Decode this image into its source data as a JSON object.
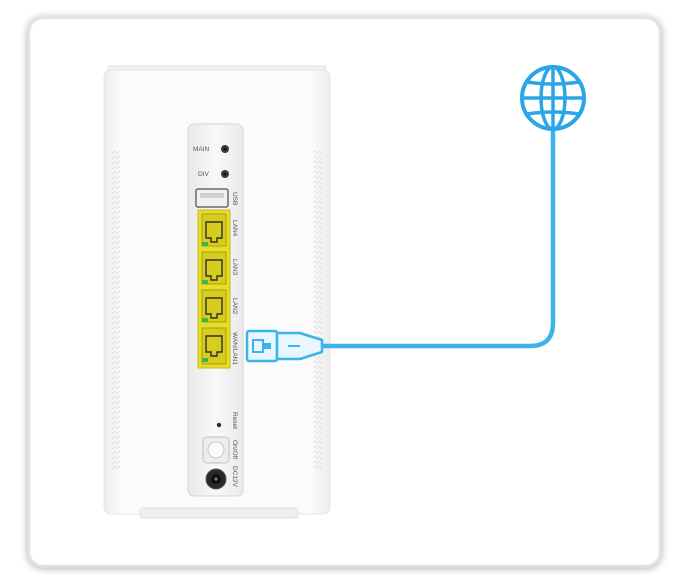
{
  "diagram": {
    "labels": {
      "main": "MAIN",
      "div": "DIV",
      "usb": "USB",
      "lan4": "LAN4",
      "lan3": "LAN3",
      "lan2": "LAN2",
      "wan_lan1": "WAN/LAN1",
      "reset": "Reset",
      "on_off": "On/Off",
      "power": "DC12V"
    },
    "colors": {
      "cable": "#3cb4ea",
      "globe": "#2aa6e6",
      "ethernet_port": "#e6dc2a",
      "device_body": "#ffffff",
      "panel": "#f6f6f6"
    }
  }
}
